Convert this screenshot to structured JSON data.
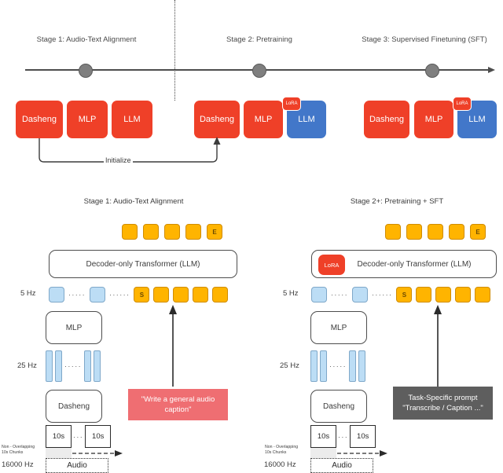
{
  "timeline": {
    "stages": [
      {
        "title": "Stage 1: Audio-Text Alignment"
      },
      {
        "title": "Stage 2: Pretraining"
      },
      {
        "title": "Stage 3: Supervised Finetuning (SFT)"
      }
    ],
    "init_label": "Initialize"
  },
  "model_groups": [
    {
      "blocks": [
        {
          "label": "Dasheng",
          "color": "#ef4028",
          "lora": false
        },
        {
          "label": "MLP",
          "color": "#ef4028",
          "lora": false
        },
        {
          "label": "LLM",
          "color": "#ef4028",
          "lora": false
        }
      ]
    },
    {
      "blocks": [
        {
          "label": "Dasheng",
          "color": "#ef4028",
          "lora": false
        },
        {
          "label": "MLP",
          "color": "#ef4028",
          "lora": false
        },
        {
          "label": "LLM",
          "color": "#4277c9",
          "lora": true
        }
      ]
    },
    {
      "blocks": [
        {
          "label": "Dasheng",
          "color": "#ef4028",
          "lora": false
        },
        {
          "label": "MLP",
          "color": "#ef4028",
          "lora": false
        },
        {
          "label": "LLM",
          "color": "#4277c9",
          "lora": true
        }
      ]
    }
  ],
  "lora_label": "LoRA",
  "panels": {
    "left": {
      "title": "Stage 1: Audio-Text Alignment",
      "transformer": "Decoder-only Transformer (LLM)",
      "has_lora": false,
      "output_tokens": [
        "",
        "",
        "",
        "",
        "E"
      ],
      "input_tokens": [
        "S",
        "",
        "",
        "",
        ""
      ],
      "rate_top": "5 Hz",
      "rate_mid": "25 Hz",
      "rate_bottom": "16000 Hz",
      "mlp": "MLP",
      "encoder": "Dasheng",
      "chunks": [
        "10s",
        "10s"
      ],
      "audio": "Audio",
      "chunk_note_line1": "Non - Overlapping",
      "chunk_note_line2": "10s Chunks",
      "prompt_line1": "\"Write a general audio",
      "prompt_line2": "caption\"",
      "prompt_color": "#ef6e72"
    },
    "right": {
      "title": "Stage 2+: Pretraining + SFT",
      "transformer": "Decoder-only Transformer (LLM)",
      "has_lora": true,
      "output_tokens": [
        "",
        "",
        "",
        "",
        "E"
      ],
      "input_tokens": [
        "S",
        "",
        "",
        "",
        ""
      ],
      "rate_top": "5 Hz",
      "rate_mid": "25 Hz",
      "rate_bottom": "16000 Hz",
      "mlp": "MLP",
      "encoder": "Dasheng",
      "chunks": [
        "10s",
        "10s"
      ],
      "audio": "Audio",
      "chunk_note_line1": "Non - Overlapping",
      "chunk_note_line2": "10s Chunks",
      "prompt_line1": "Task-Specific prompt",
      "prompt_line2": "\"Transcribe / Caption ...\"",
      "prompt_color": "#5e5e5e"
    }
  },
  "glyphs": {
    "dots_short": "·····",
    "dots_long": "······"
  }
}
